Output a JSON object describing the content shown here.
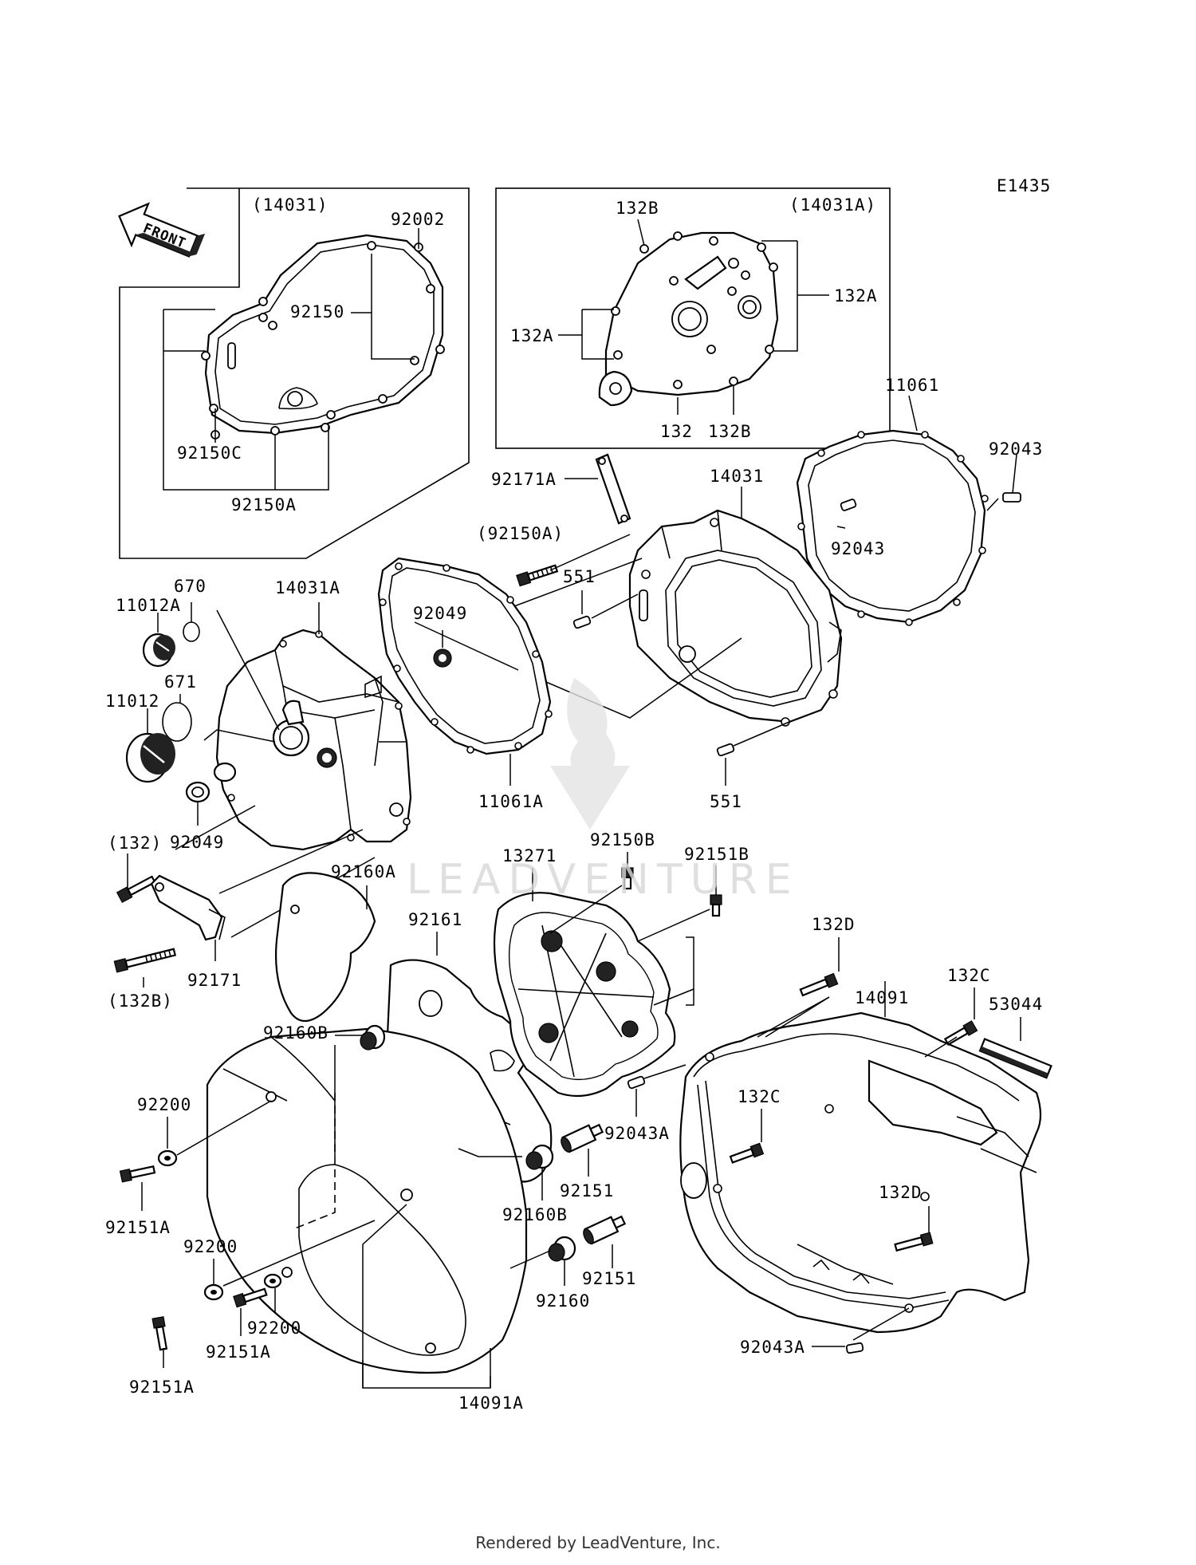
{
  "diagram_code": "E1435",
  "front_label": "FRONT",
  "watermark": "LEADVENTURE",
  "footer": "Rendered by LeadVenture, Inc.",
  "inset_left": {
    "title": "(14031)",
    "labels": [
      "92002",
      "92150",
      "92150C",
      "92150A"
    ]
  },
  "inset_right": {
    "title": "(14031A)",
    "labels": [
      "132B",
      "132A",
      "132A",
      "132",
      "132B"
    ]
  },
  "callouts": [
    "11061",
    "92043",
    "92043",
    "14031",
    "92171A",
    "(92150A)",
    "551",
    "551",
    "670",
    "11012A",
    "14031A",
    "92049",
    "671",
    "11012",
    "92049",
    "11061A",
    "(132)",
    "92171",
    "(132B)",
    "92160A",
    "92150B",
    "13271",
    "92151B",
    "92161",
    "132D",
    "132C",
    "14091",
    "53044",
    "92160B",
    "92200",
    "92151A",
    "92043A",
    "132C",
    "92151",
    "92160B",
    "92200",
    "92200",
    "92151A",
    "92151A",
    "92160",
    "92151",
    "132D",
    "92043A",
    "14091A"
  ]
}
